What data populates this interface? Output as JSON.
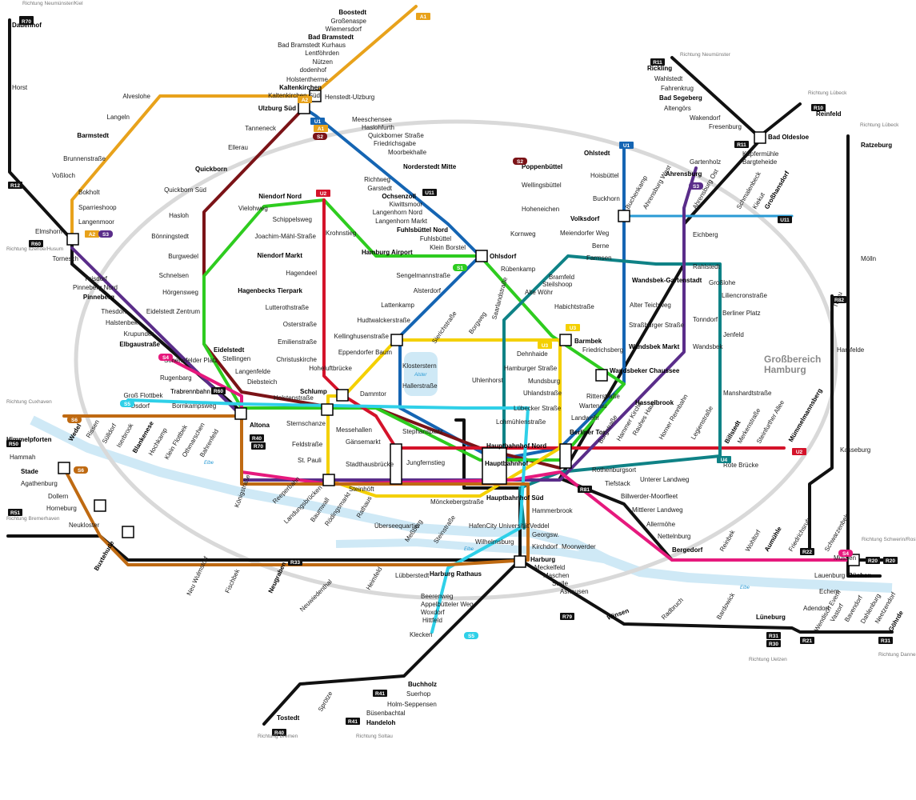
{
  "colors": {
    "s1": "#2ecc1f",
    "s2": "#7b1317",
    "s3": "#5a2d8a",
    "s21": "#7b1317",
    "s31": "#5a2d8a",
    "s4": "#e6197d",
    "s5": "#2fd0e8",
    "s6": "#bf6a12",
    "u1": "#1565b3",
    "u2": "#d4132a",
    "u3": "#f4d000",
    "u4": "#0f8286",
    "a1": "#e8a21b",
    "a2": "#e8a21b",
    "regional": "#111111",
    "ring": "#d9d9d9",
    "water": "#cfe9f6"
  },
  "region_label": {
    "line1": "Großbereich",
    "line2": "Hamburg"
  },
  "river_labels": [
    "Elbe",
    "Elbe",
    "Elbe",
    "Alster"
  ],
  "line_badges": [
    "A1",
    "A1",
    "A2",
    "A2",
    "U1",
    "U1",
    "U2",
    "U2",
    "U3",
    "U3",
    "U4",
    "S1",
    "S2",
    "S2",
    "S3",
    "S3",
    "S4",
    "S4",
    "S5",
    "S5",
    "S6",
    "S6",
    "U11",
    "U11",
    "R70",
    "R70",
    "R10",
    "R11",
    "R11",
    "R12",
    "R20",
    "R20",
    "R21",
    "R22",
    "R30",
    "R31",
    "R31",
    "R33",
    "R40",
    "R40",
    "R41",
    "R41",
    "R50",
    "R51",
    "R60",
    "R60",
    "R70",
    "R79",
    "R81",
    "R82"
  ],
  "directions": [
    "Richtung Neumünster/Kiel",
    "Richtung Neumünster",
    "Richtung Lübeck",
    "Richtung Lübeck",
    "Richtung Itzehoe/Husum",
    "Richtung Cuxhaven",
    "Richtung Bremerhaven",
    "Richtung Schwerin/Rostock",
    "Richtung Uelzen",
    "Richtung Dannenberg",
    "Richtung Bremen",
    "Richtung Soltau"
  ],
  "stations": [
    "Dauenhof",
    "Horst",
    "Boostedt",
    "Großenaspe",
    "Wiemersdorf",
    "Bad Bramstedt",
    "Bad Bramstedt Kurhaus",
    "Lentföhrden",
    "Nützen",
    "dodenhof",
    "Holstentherme",
    "Kaltenkirchen",
    "Kaltenkirchen Süd",
    "Henstedt-Ulzburg",
    "Ulzburg Süd",
    "Alveslohe",
    "Langeln",
    "Barmstedt",
    "Brunnenstraße",
    "Voßloch",
    "Bokholt",
    "Sparrieshoop",
    "Langenmoor",
    "Elmshorn",
    "Tornesch",
    "Prisdorf",
    "Pinneberg Nord",
    "Pinneberg",
    "Thesdorf",
    "Halstenbek",
    "Krupunder",
    "Elbgaustraße",
    "Tanneneck",
    "Ellerau",
    "Quickborn",
    "Quickborn Süd",
    "Hasloh",
    "Bönningstedt",
    "Burgwedel",
    "Schnelsen",
    "Hörgensweg",
    "Eidelstedt Zentrum",
    "Eidelstedt",
    "Stellingen",
    "Langenfelde",
    "Diebsteich",
    "Meeschensee",
    "Haslohfurth",
    "Quickborner Straße",
    "Friedrichsgabe",
    "Moorbekhalle",
    "Norderstedt Mitte",
    "Richtweg",
    "Garstedt",
    "Ochsenzoll",
    "Kiwittsmoor",
    "Langenhorn Nord",
    "Langenhorn Markt",
    "Fuhlsbüttel Nord",
    "Fuhlsbüttel",
    "Klein Borstel",
    "Poppenbüttel",
    "Wellingsbüttel",
    "Hoheneichen",
    "Kornweg",
    "Ohlsdorf",
    "Niendorf Nord",
    "Vielohweg",
    "Schippelsweg",
    "Joachim-Mähl-Straße",
    "Niendorf Markt",
    "Hagendeel",
    "Hagenbecks Tierpark",
    "Lutterothstraße",
    "Osterstraße",
    "Emilienstraße",
    "Christuskirche",
    "Krohnstieg",
    "Hamburg Airport",
    "Sengelmannstraße",
    "Alsterdorf",
    "Lattenkamp",
    "Hudtwalckerstraße",
    "Kellinghusenstraße",
    "Eppendorfer Baum",
    "Hoheluftbrücke",
    "Klosterstern",
    "Hallerstraße",
    "Schlump",
    "Holstenstraße",
    "Sternschanze",
    "Messehallen",
    "Dammtor",
    "Stephansplatz",
    "Gänsemarkt",
    "Jungfernstieg",
    "Feldstraße",
    "St. Pauli",
    "Stadthausbrücke",
    "Altona",
    "Königstraße",
    "Reeperbahn",
    "Landungsbrücken",
    "Baumwall",
    "Rödingsmarkt",
    "Rathaus",
    "Steinhöft",
    "Mönckebergstraße",
    "Hauptbahnhof Nord",
    "Hauptbahnhof",
    "Hauptbahnhof Süd",
    "Überseequartier",
    "HafenCity Universität",
    "Meßberg",
    "Steinstraße",
    "Hammerbrook",
    "Veddel",
    "Georgsw.",
    "Wilhelmsburg",
    "Kirchdorf",
    "Moorwerder",
    "Harburg",
    "Harburg Rathaus",
    "Heimfeld",
    "Lübberstedt",
    "Meckelfeld",
    "Maschen",
    "Stelle",
    "Ashausen",
    "Neugraben",
    "Fischbek",
    "Neu Wulmstorf",
    "Neuwiedenthal",
    "Buxtehude",
    "Neukloster",
    "Horneburg",
    "Dollern",
    "Agathenburg",
    "Stade",
    "Hammah",
    "Himmelpforten",
    "Wedel",
    "Rissen",
    "Sülldorf",
    "Iserbrook",
    "Blankenese",
    "Hochkamp",
    "Klein Flottbek",
    "Othmarschen",
    "Bahrenfeld",
    "Osdorf",
    "Bornkampsweg",
    "Groß Flottbek",
    "Trabrennbahn",
    "Rugenbarg",
    "Schenefelder Platz",
    "Rübenkamp",
    "Bramfeld",
    "Steilshoop",
    "Alte Wöhr",
    "Barmbek",
    "Habichtstraße",
    "Saarlandstraße",
    "Borgweg",
    "Sierichstraße",
    "Dehnhaide",
    "Hamburger Straße",
    "Mundsburg",
    "Uhlandstraße",
    "Lübecker Straße",
    "Lohmühlenstraße",
    "Uhlenhorst",
    "Friedrichsberg",
    "Wandsbeker Chaussee",
    "Ritterstraße",
    "Wartenau",
    "Landwehr",
    "Hasselbrook",
    "Berliner Tor",
    "Burgstraße",
    "Hammer Kirche",
    "Rauhes Haus",
    "Horner Rennbahn",
    "Legienstraße",
    "Billstedt",
    "Merkenstraße",
    "Steinfurther Allee",
    "Mümmelmannsberg",
    "Rothenburgsort",
    "Tiefstack",
    "Unterer Landweg",
    "Billwerder-Moorfleet",
    "Mittlerer Landweg",
    "Allermöhe",
    "Nettelnburg",
    "Bergedorf",
    "Reinbek",
    "Wohltorf",
    "Aumühle",
    "Friedrichsruh",
    "Schwarzenbek",
    "Müssen",
    "Büchen",
    "Lauenburg",
    "Echem",
    "Lüneburg",
    "Adendorf",
    "Wendisch Evern",
    "Vastorf",
    "Bavendorf",
    "Dahlenburg",
    "Neetzendorf",
    "Göhrde",
    "Radbruch",
    "Bardowick",
    "Winsen",
    "Tostedt",
    "Sprötze",
    "Buchholz",
    "Suerhop",
    "Holm-Seppensen",
    "Büsenbachtal",
    "Handeloh",
    "Klecken",
    "Hittfeld",
    "Woxdorf",
    "Beerenweg",
    "Appelbütteler Weg",
    "Rickling",
    "Wahlstedt",
    "Fahrenkrug",
    "Bad Segeberg",
    "Altengörs",
    "Wakendorf",
    "Fresenburg",
    "Bad Oldesloe",
    "Reinfeld",
    "Kupfermühle",
    "Bargteheide",
    "Gartenholz",
    "Ahrensburg",
    "Ahrensburg West",
    "Buchenkamp",
    "Ahrensburg Ost",
    "Schmalenbeck",
    "Kiekut",
    "Großhansdorf",
    "Eichberg",
    "Rahlstedt",
    "Großlohe",
    "Liliencronstraße",
    "Berliner Platz",
    "Tonndorf",
    "Jenfeld",
    "Wandsbek",
    "Ohlstedt",
    "Hoisbüttel",
    "Buckhorn",
    "Volksdorf",
    "Meiendorfer Weg",
    "Berne",
    "Farmsen",
    "Trabrennbahn",
    "Wandsbek-Gartenstadt",
    "Alter Teichweg",
    "Straßburger Straße",
    "Wandsbek Markt",
    "Manshardtstraße",
    "Rote Brücke",
    "Ratzeburg",
    "Mölln",
    "Tritau",
    "Hamfelde",
    "Kasseburg"
  ]
}
